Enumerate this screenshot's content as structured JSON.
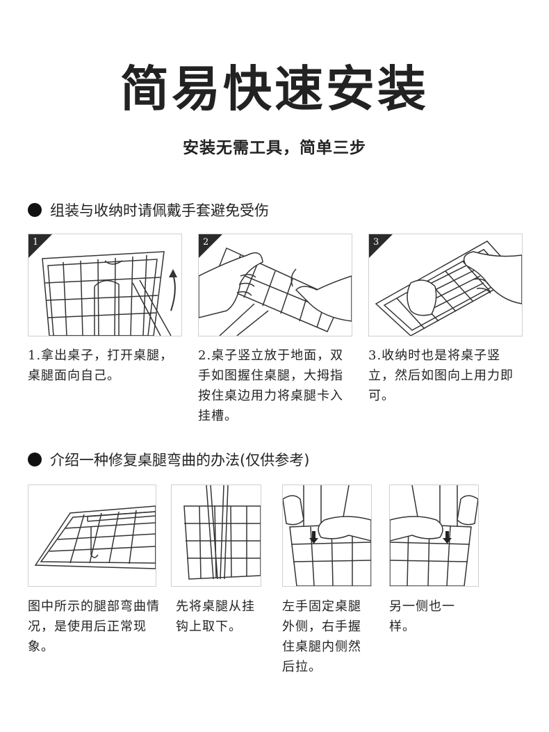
{
  "title": "简易快速安装",
  "subtitle": "安装无需工具，简单三步",
  "section1": {
    "heading": "组装与收纳时请佩戴手套避免受伤",
    "steps": [
      {
        "number": "1",
        "text": "1.拿出桌子，打开桌腿，桌腿面向自己。"
      },
      {
        "number": "2",
        "text": "2.桌子竖立放于地面，双手如图握住桌腿，大拇指按住桌边用力将桌腿卡入挂槽。"
      },
      {
        "number": "3",
        "text": "3.收纳时也是将桌子竖立，然后如图向上用力即可。"
      }
    ]
  },
  "section2": {
    "heading": "介绍一种修复桌腿弯曲的办法(仅供参考)",
    "steps": [
      {
        "text": "图中所示的腿部弯曲情况，是使用后正常现象。"
      },
      {
        "text": "先将桌腿从挂钩上取下。"
      },
      {
        "text": "左手固定桌腿外侧，右手握住桌腿内侧然后拉。"
      },
      {
        "text": "另一侧也一样。"
      }
    ]
  }
}
